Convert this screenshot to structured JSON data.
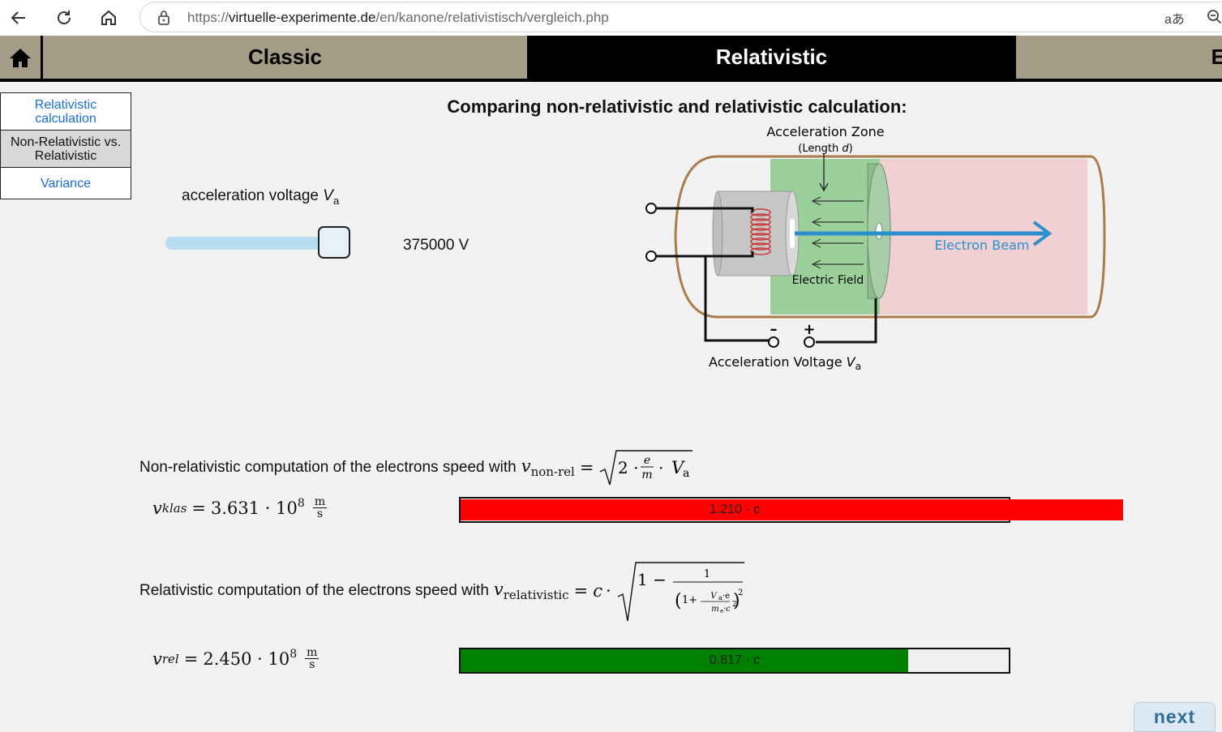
{
  "browser": {
    "url_prefix": "https://",
    "url_host": "virtuelle-experimente.de",
    "url_path": "/en/kanone/relativistisch/vergleich.php",
    "read_aloud_glyph": "aあ"
  },
  "nav": {
    "tabs": [
      {
        "label": "Classic"
      },
      {
        "label": "Relativistic"
      },
      {
        "label": "E"
      }
    ]
  },
  "sidebar": {
    "items": [
      {
        "label": "Relativistic calculation"
      },
      {
        "label": "Non-Relativistic vs. Relativistic"
      },
      {
        "label": "Variance"
      }
    ]
  },
  "page": {
    "title": "Comparing non-relativistic and relativistic calculation:"
  },
  "control": {
    "label": "acceleration voltage",
    "label_symbol": "V",
    "label_sub": "a",
    "value_text": "375000 V",
    "slider_fraction": 0.75
  },
  "diagram": {
    "zone_label": "Acceleration Zone",
    "zone_sub": "(Length ",
    "zone_sub_var": "d",
    "zone_sub_close": ")",
    "field_label": "Electric Field",
    "beam_label": "Electron Beam",
    "voltage_label": "Acceleration Voltage ",
    "voltage_var": "V",
    "voltage_sub": "a",
    "minus": "–",
    "plus": "+",
    "colors": {
      "zone": "#9bd09b",
      "beam_area": "#f1d0d4",
      "beam": "#2b8fcc",
      "tube": "#a97c4a"
    }
  },
  "nonrel": {
    "text": "Non-relativistic computation of the electrons speed with",
    "formula_lhs": "v",
    "formula_sub": "non-rel",
    "result_var": "v",
    "result_sub": "klas",
    "result_value": "3.631 · 10",
    "result_exp": "8",
    "unit_num": "m",
    "unit_den": "s",
    "bar_label": "1.210 · c",
    "bar_fraction": 1.21,
    "bar_color": "#ff0000"
  },
  "rel": {
    "text": "Relativistic computation of the electrons speed with",
    "formula_lhs": "v",
    "formula_sub": "relativistic",
    "result_var": "v",
    "result_sub": "rel",
    "result_value": "2.450 · 10",
    "result_exp": "8",
    "unit_num": "m",
    "unit_den": "s",
    "bar_label": "0.817 · c",
    "bar_fraction": 0.817,
    "bar_color": "#008000"
  },
  "footer": {
    "next_label": "next"
  }
}
